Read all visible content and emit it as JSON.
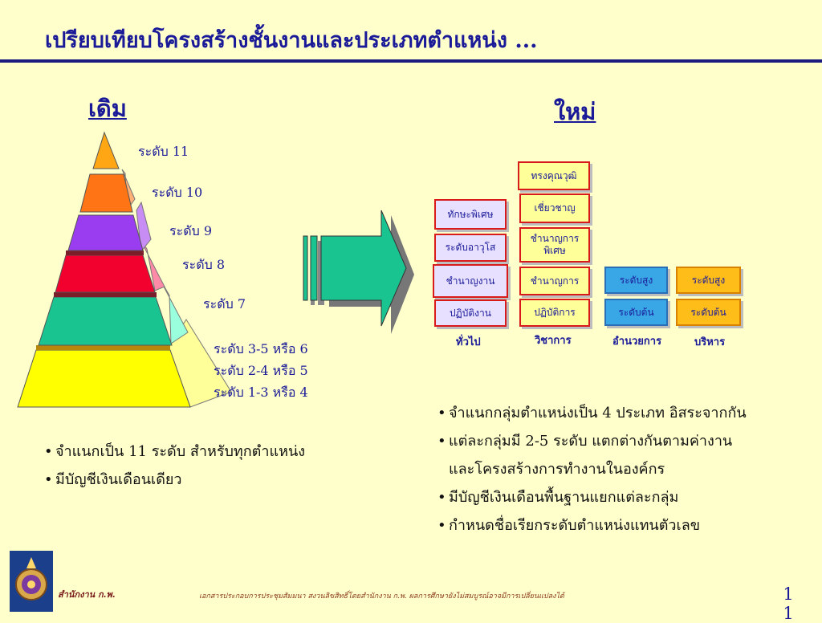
{
  "title": "เปรียบเทียบโครงสร้างชั้นงานและประเภทตำแหน่ง ...",
  "old": {
    "heading": "เดิม",
    "levels": [
      "ระดับ 11",
      "ระดับ 10",
      "ระดับ 9",
      "ระดับ 8",
      "ระดับ 7",
      "ระดับ 3-5 หรือ 6",
      "ระดับ 2-4 หรือ 5",
      "ระดับ 1-3 หรือ 4"
    ],
    "bullets": [
      "จำแนกเป็น 11 ระดับ สำหรับทุกตำแหน่ง",
      "มีบัญชีเงินเดือนเดียว"
    ]
  },
  "new": {
    "heading": "ใหม่",
    "groups": [
      {
        "name": "ทั่วไป",
        "boxes": [
          "ทักษะพิเศษ",
          "ระดับอาวุโส",
          "ชำนาญงาน",
          "ปฏิบัติงาน"
        ]
      },
      {
        "name": "วิชาการ",
        "boxes": [
          "ทรงคุณวุฒิ",
          "เชี่ยวชาญ",
          "ชำนาญการพิเศษ",
          "ชำนาญการ",
          "ปฏิบัติการ"
        ]
      },
      {
        "name": "อำนวยการ",
        "boxes": [
          "ระดับสูง",
          "ระดับต้น"
        ]
      },
      {
        "name": "บริหาร",
        "boxes": [
          "ระดับสูง",
          "ระดับต้น"
        ]
      }
    ],
    "bullets": [
      "จำแนกกลุ่มตำแหน่งเป็น 4 ประเภท อิสระจากกัน",
      "แต่ละกลุ่มมี 2-5 ระดับ แตกต่างกันตามค่างาน",
      "และโครงสร้างการทำงานในองค์กร",
      "มีบัญชีเงินเดือนพื้นฐานแยกแต่ละกลุ่ม",
      "กำหนดชื่อเรียกระดับตำแหน่งแทนตัวเลข"
    ]
  },
  "footer": {
    "org": "สำนักงาน ก.พ.",
    "note": "เอกสารประกอบการประชุมสัมมนา สงวนลิขสิทธิ์โดยสำนักงาน ก.พ. ผลการศึกษายังไม่สมบูรณ์อาจมีการเปลี่ยนแปลงได้",
    "page_number": "1",
    "page_number_wrap": "1"
  },
  "colors": {
    "background": "#ffffcc",
    "title": "#1a1a99",
    "tier_yellow": "#ffff00",
    "tier_teal": "#19c491",
    "tier_red": "#f2002e",
    "tier_purple": "#9a3df0",
    "tier_orange": "#ff7414",
    "tier_top": "#ffa614",
    "arrow": "#19c491"
  },
  "icons": {
    "logo": "ocsc-seal-icon",
    "arrow": "right-arrow-icon"
  }
}
